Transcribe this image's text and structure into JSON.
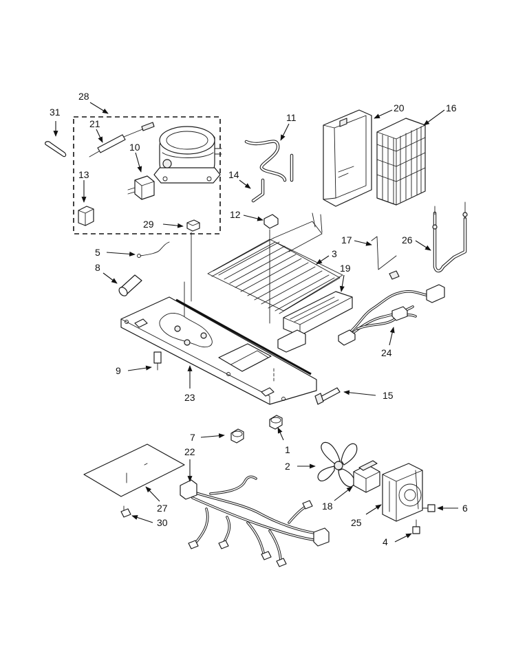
{
  "diagram": {
    "callouts": [
      {
        "id": "c1",
        "label": "1"
      },
      {
        "id": "c2",
        "label": "2"
      },
      {
        "id": "c3",
        "label": "3"
      },
      {
        "id": "c4",
        "label": "4"
      },
      {
        "id": "c5",
        "label": "5"
      },
      {
        "id": "c6",
        "label": "6"
      },
      {
        "id": "c7",
        "label": "7"
      },
      {
        "id": "c8",
        "label": "8"
      },
      {
        "id": "c9",
        "label": "9"
      },
      {
        "id": "c10",
        "label": "10"
      },
      {
        "id": "c11",
        "label": "11"
      },
      {
        "id": "c12",
        "label": "12"
      },
      {
        "id": "c13",
        "label": "13"
      },
      {
        "id": "c14",
        "label": "14"
      },
      {
        "id": "c15",
        "label": "15"
      },
      {
        "id": "c16",
        "label": "16"
      },
      {
        "id": "c17",
        "label": "17"
      },
      {
        "id": "c18",
        "label": "18"
      },
      {
        "id": "c19",
        "label": "19"
      },
      {
        "id": "c20",
        "label": "20"
      },
      {
        "id": "c21",
        "label": "21"
      },
      {
        "id": "c22",
        "label": "22"
      },
      {
        "id": "c23",
        "label": "23"
      },
      {
        "id": "c24",
        "label": "24"
      },
      {
        "id": "c25",
        "label": "25"
      },
      {
        "id": "c26",
        "label": "26"
      },
      {
        "id": "c27",
        "label": "27"
      },
      {
        "id": "c28",
        "label": "28"
      },
      {
        "id": "c29",
        "label": "29"
      },
      {
        "id": "c30",
        "label": "30"
      },
      {
        "id": "c31",
        "label": "31"
      }
    ]
  }
}
